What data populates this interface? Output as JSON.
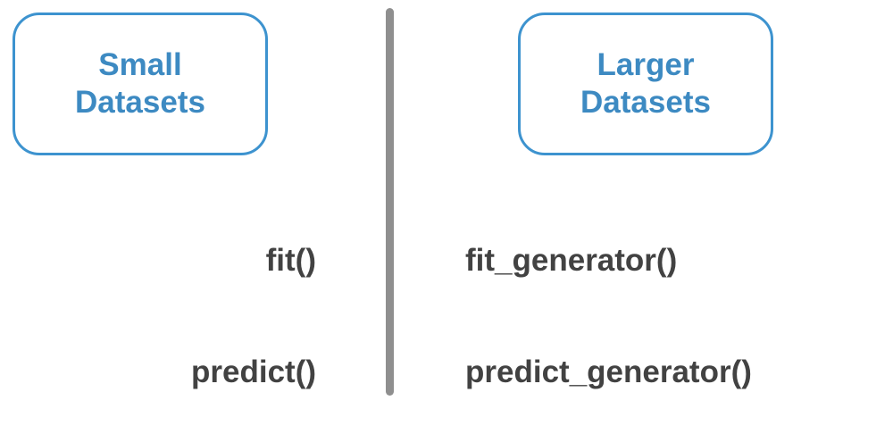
{
  "left_box": {
    "line1": "Small",
    "line2": "Datasets"
  },
  "right_box": {
    "line1": "Larger",
    "line2": "Datasets"
  },
  "left_methods": [
    "fit()",
    "predict()"
  ],
  "right_methods": [
    "fit_generator()",
    "predict_generator()"
  ],
  "colors": {
    "accent_border": "#3d93cf",
    "accent_text": "#3d8ac2",
    "method_text": "#424242",
    "divider": "#8f8f8f"
  }
}
